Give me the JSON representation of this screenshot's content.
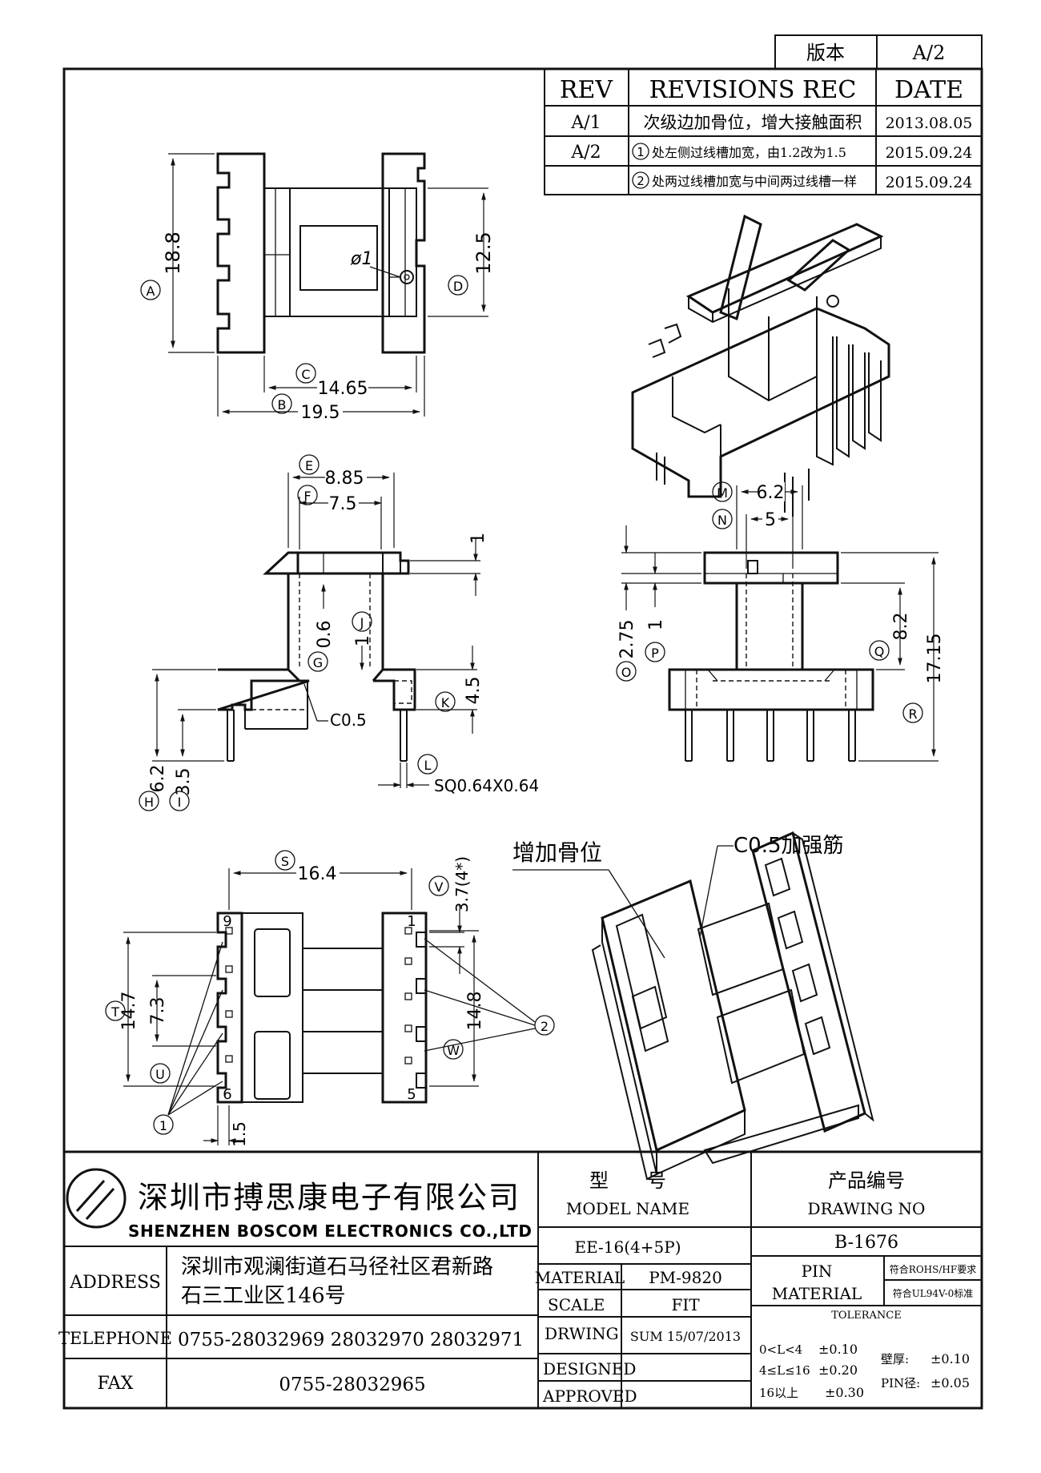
{
  "revision_block": {
    "version_label": "版本",
    "version_value": "A/2",
    "headers": [
      "REV",
      "REVISIONS REC",
      "DATE"
    ],
    "rows": [
      {
        "rev": "A/1",
        "rec": "次级边加骨位，增大接触面积",
        "date": "2013.08.05"
      },
      {
        "rev": "A/2",
        "rec_num": "1",
        "rec": "处左侧过线槽加宽，由1.2改为1.5",
        "date": "2015.09.24"
      },
      {
        "rev": "",
        "rec_num": "2",
        "rec": "处两过线槽加宽与中间两过线槽一样",
        "date": "2015.09.24"
      }
    ]
  },
  "top_view": {
    "dims": {
      "A": "18.8",
      "D": "12.5",
      "C": "14.65",
      "B": "19.5"
    },
    "letters": {
      "A": "A",
      "D": "D",
      "C": "C",
      "B": "B"
    },
    "hole_label": "ø1"
  },
  "front_view": {
    "dims": {
      "E": "8.85",
      "F": "7.5",
      "top": "1",
      "G": "0.6",
      "J": "1",
      "K": "4.5",
      "H": "6.2",
      "I": "3.5"
    },
    "letters": {
      "E": "E",
      "F": "F",
      "G": "G",
      "J": "J",
      "K": "K",
      "H": "H",
      "I": "I",
      "L": "L"
    },
    "chamfer": "C0.5",
    "pin": "SQ0.64X0.64"
  },
  "side_view": {
    "dims": {
      "M": "6.2",
      "N": "5",
      "O": "2.75",
      "P": "1",
      "Q": "8.2",
      "R": "17.15"
    },
    "letters": {
      "M": "M",
      "N": "N",
      "O": "O",
      "P": "P",
      "Q": "Q",
      "R": "R"
    }
  },
  "bottom_view": {
    "dims": {
      "S": "16.4",
      "V": "3.7(4*)",
      "T": "14.7",
      "U": "7.3",
      "W": "14.8",
      "bottom": "1.5"
    },
    "letters": {
      "S": "S",
      "V": "V",
      "T": "T",
      "U": "U",
      "W": "W"
    },
    "pins": {
      "p9": "9",
      "p6": "6",
      "p1": "1",
      "p5": "5"
    },
    "callout1": "1",
    "callout2": "2"
  },
  "iso_bottom": {
    "label_rib": "增加骨位",
    "label_chamfer": "C0.5加强筋"
  },
  "title_block": {
    "company_cn": "深圳市搏思康电子有限公司",
    "company_en": "SHENZHEN BOSCOM ELECTRONICS CO.,LTD",
    "address_label": "ADDRESS",
    "address_line1": "深圳市观澜街道石马径社区君新路",
    "address_line2": "石三工业区146号",
    "telephone_label": "TELEPHONE",
    "telephone": "0755-28032969 28032970 28032971",
    "fax_label": "FAX",
    "fax": "0755-28032965",
    "model_cn": "型　　号",
    "model_en": "MODEL NAME",
    "model_value": "EE-16(4+5P)",
    "drawing_cn": "产品编号",
    "drawing_en": "DRAWING NO",
    "drawing_value": "B-1676",
    "material_label": "MATERIAL",
    "material_value": "PM-9820",
    "scale_label": "SCALE",
    "scale_value": "FIT",
    "drwing_label": "DRWING",
    "drwing_value": "SUM 15/07/2013",
    "designed_label": "DESIGNED",
    "approved_label": "APPROVED",
    "pin_label": "PIN",
    "pin_material_label": "MATERIAL",
    "rohs": "符合ROHS/HF要求",
    "ul": "符合UL94V-0标准",
    "tolerance_label": "TOLERANCE",
    "tol1_range": "0<L<4",
    "tol1_value": "±0.10",
    "tol2_range": "4≤L≤16",
    "tol2_value": "±0.20",
    "tol3_range": "16以上",
    "tol3_value": "±0.30",
    "wall_label": "壁厚:",
    "wall_value": "±0.10",
    "pin_dia_label": "PIN径:",
    "pin_dia_value": "±0.05"
  }
}
